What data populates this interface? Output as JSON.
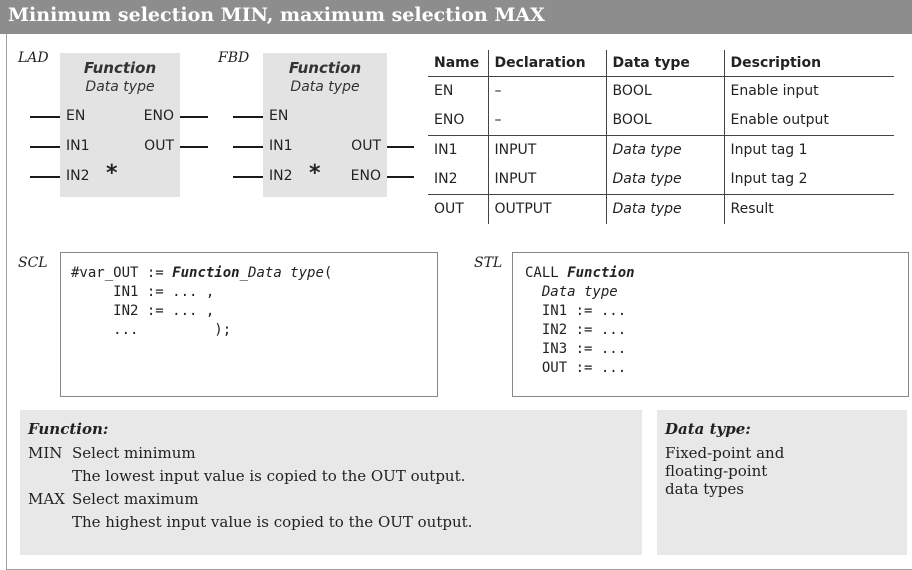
{
  "title": "Minimum selection MIN, maximum selection MAX",
  "lad": {
    "label": "LAD",
    "name": "Function",
    "type": "Data type",
    "pins": {
      "en": "EN",
      "eno": "ENO",
      "in1": "IN1",
      "out": "OUT",
      "in2": "IN2"
    },
    "star": "*"
  },
  "fbd": {
    "label": "FBD",
    "name": "Function",
    "type": "Data type",
    "pins": {
      "en": "EN",
      "in1": "IN1",
      "out": "OUT",
      "in2": "IN2",
      "eno": "ENO"
    },
    "star": "*"
  },
  "param_table": {
    "headers": [
      "Name",
      "Declaration",
      "Data type",
      "Description"
    ],
    "rows": [
      [
        "EN",
        "–",
        "BOOL",
        "Enable input"
      ],
      [
        "ENO",
        "–",
        "BOOL",
        "Enable output"
      ],
      [
        "IN1",
        "INPUT",
        "Data type",
        "Input tag 1"
      ],
      [
        "IN2",
        "INPUT",
        "Data type",
        "Input tag 2"
      ],
      [
        "OUT",
        "OUTPUT",
        "Data type",
        "Result"
      ]
    ]
  },
  "scl": {
    "label": "SCL",
    "lines": [
      {
        "pre": "#var_OUT := ",
        "kw": "Function",
        "post": "_",
        "it": "Data type",
        "tail": "("
      },
      {
        "pre": "     IN1 := ... ,"
      },
      {
        "pre": "     IN2 := ... ,"
      },
      {
        "pre": "     ...         );"
      }
    ]
  },
  "stl": {
    "label": "STL",
    "call": "CALL ",
    "name": "Function",
    "type": "  Data type",
    "lines": [
      "  IN1 := ...",
      "  IN2 := ...",
      "  IN3 := ...",
      "  OUT := ..."
    ]
  },
  "function_panel": {
    "heading": "Function:",
    "items": [
      {
        "code": "MIN",
        "name": "Select minimum",
        "desc": "The lowest input value is copied to the OUT output."
      },
      {
        "code": "MAX",
        "name": "Select maximum",
        "desc": "The highest input value is copied to the OUT output."
      }
    ]
  },
  "datatype_panel": {
    "heading": "Data type:",
    "lines": [
      "Fixed-point and",
      "floating-point",
      "data types"
    ]
  }
}
